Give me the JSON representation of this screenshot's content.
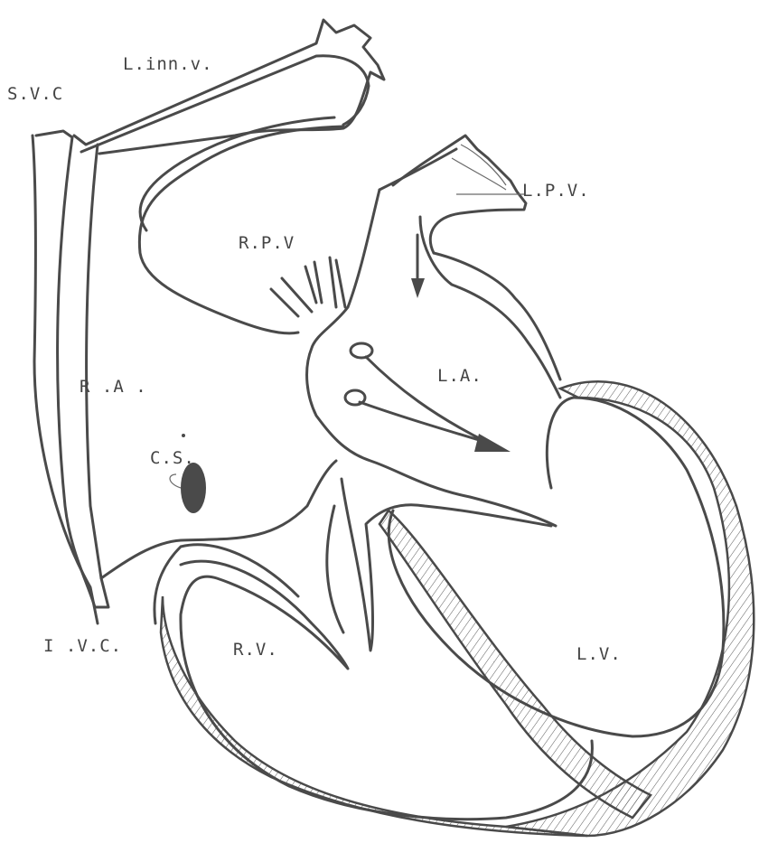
{
  "labels": {
    "svc": "S.V.C",
    "l_inn_v": "L.inn.v.",
    "r_p_v": "R.P.V",
    "l_p_v": "L.P.V.",
    "r_a": "R .A .",
    "l_a": "L.A.",
    "c_s": "C.S.",
    "i_v_c": "I .V.C.",
    "r_v": "R.V.",
    "l_v": "L.V."
  },
  "colors": {
    "line": "#4a4a4a",
    "label": "#444444",
    "background": "#ffffff"
  }
}
